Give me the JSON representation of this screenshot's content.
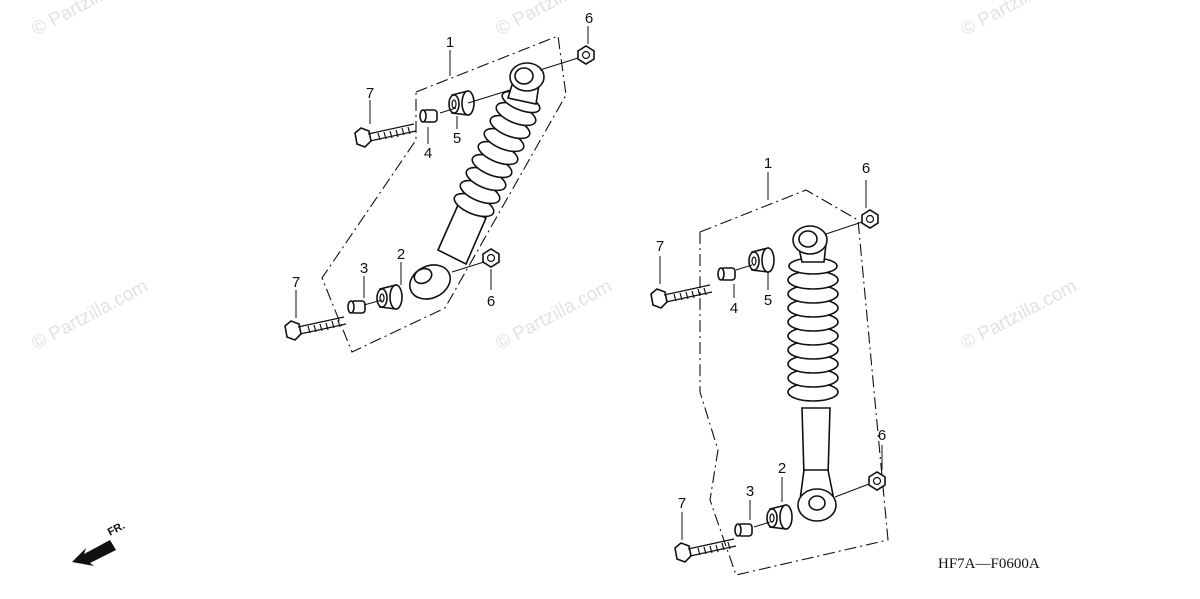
{
  "watermark": "© Partzilla.com",
  "diagram_code": "HF7A—F0600A",
  "direction_label": "FR.",
  "callouts": {
    "left": {
      "shock": "1",
      "collar": "2",
      "bush": "3",
      "spacer": "4",
      "collar_top": "5",
      "nut_top": "6",
      "nut_bottom": "6",
      "bolt_top": "7",
      "bolt_bottom": "7"
    },
    "right": {
      "shock": "1",
      "collar": "2",
      "bush": "3",
      "spacer": "4",
      "collar_top": "5",
      "nut_top": "6",
      "nut_bottom": "6",
      "bolt_top": "7",
      "bolt_bottom": "7"
    }
  }
}
